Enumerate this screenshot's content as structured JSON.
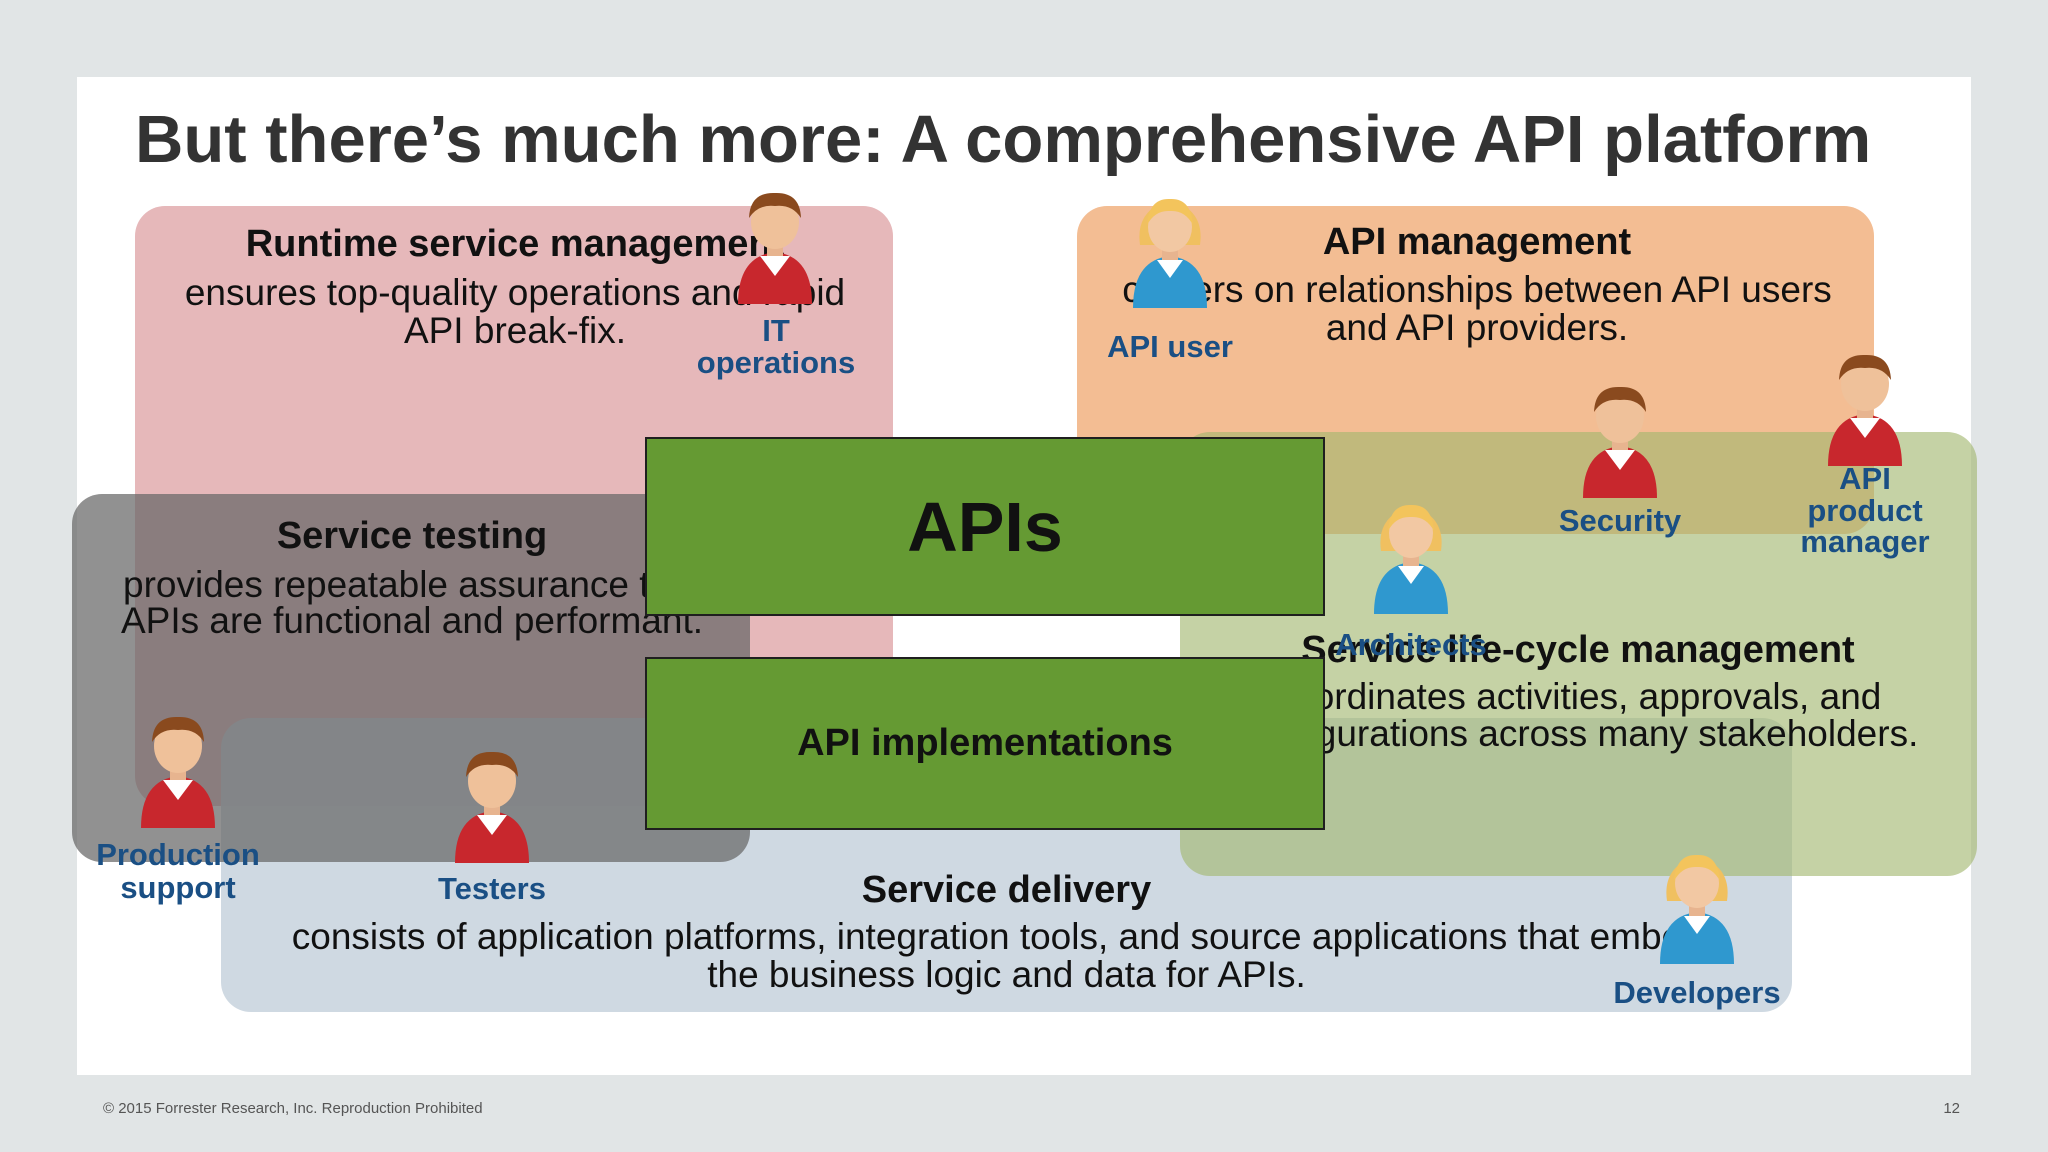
{
  "title": "But there’s much more: A comprehensive API platform",
  "regions": {
    "runtime": {
      "heading": "Runtime service management",
      "line1": "ensures top-quality operations and rapid",
      "line2": "API break-fix."
    },
    "api_management": {
      "heading": "API management",
      "line1": "centers on relationships between API users",
      "line2": "and API providers."
    },
    "service_testing": {
      "heading": "Service testing",
      "line1": "provides repeatable assurance that",
      "line2": "APIs are functional and performant."
    },
    "lifecycle": {
      "heading": "Service life-cycle management",
      "line1": "coordinates activities, approvals, and",
      "line2": "configurations across many stakeholders."
    },
    "delivery": {
      "heading": "Service delivery",
      "line1": "consists of application platforms, integration tools, and source applications that embody",
      "line2": "the business logic and data for APIs."
    }
  },
  "boxes": {
    "apis": "APIs",
    "implementations": "API implementations"
  },
  "people": {
    "it_operations": {
      "line1": "IT",
      "line2": "operations",
      "gender": "male"
    },
    "api_user": {
      "line1": "API user",
      "gender": "female"
    },
    "security": {
      "line1": "Security",
      "gender": "male"
    },
    "api_product_manager": {
      "line1": "API",
      "line2": "product",
      "line3": "manager",
      "gender": "male"
    },
    "architects": {
      "line1": "Architects",
      "gender": "female"
    },
    "production_support": {
      "line1": "Production",
      "line2": "support",
      "gender": "male"
    },
    "testers": {
      "line1": "Testers",
      "gender": "male"
    },
    "developers": {
      "line1": "Developers",
      "gender": "female"
    }
  },
  "footer": "© 2015 Forrester Research, Inc. Reproduction Prohibited",
  "page_number": "12",
  "colors": {
    "runtime": "#e6b8ba",
    "api_management": "#f3bd93",
    "service_testing": "#676767",
    "lifecycle": "#a2b66e",
    "delivery": "#cbd6df",
    "api_box": "#659a33",
    "label": "#1a4f84"
  }
}
